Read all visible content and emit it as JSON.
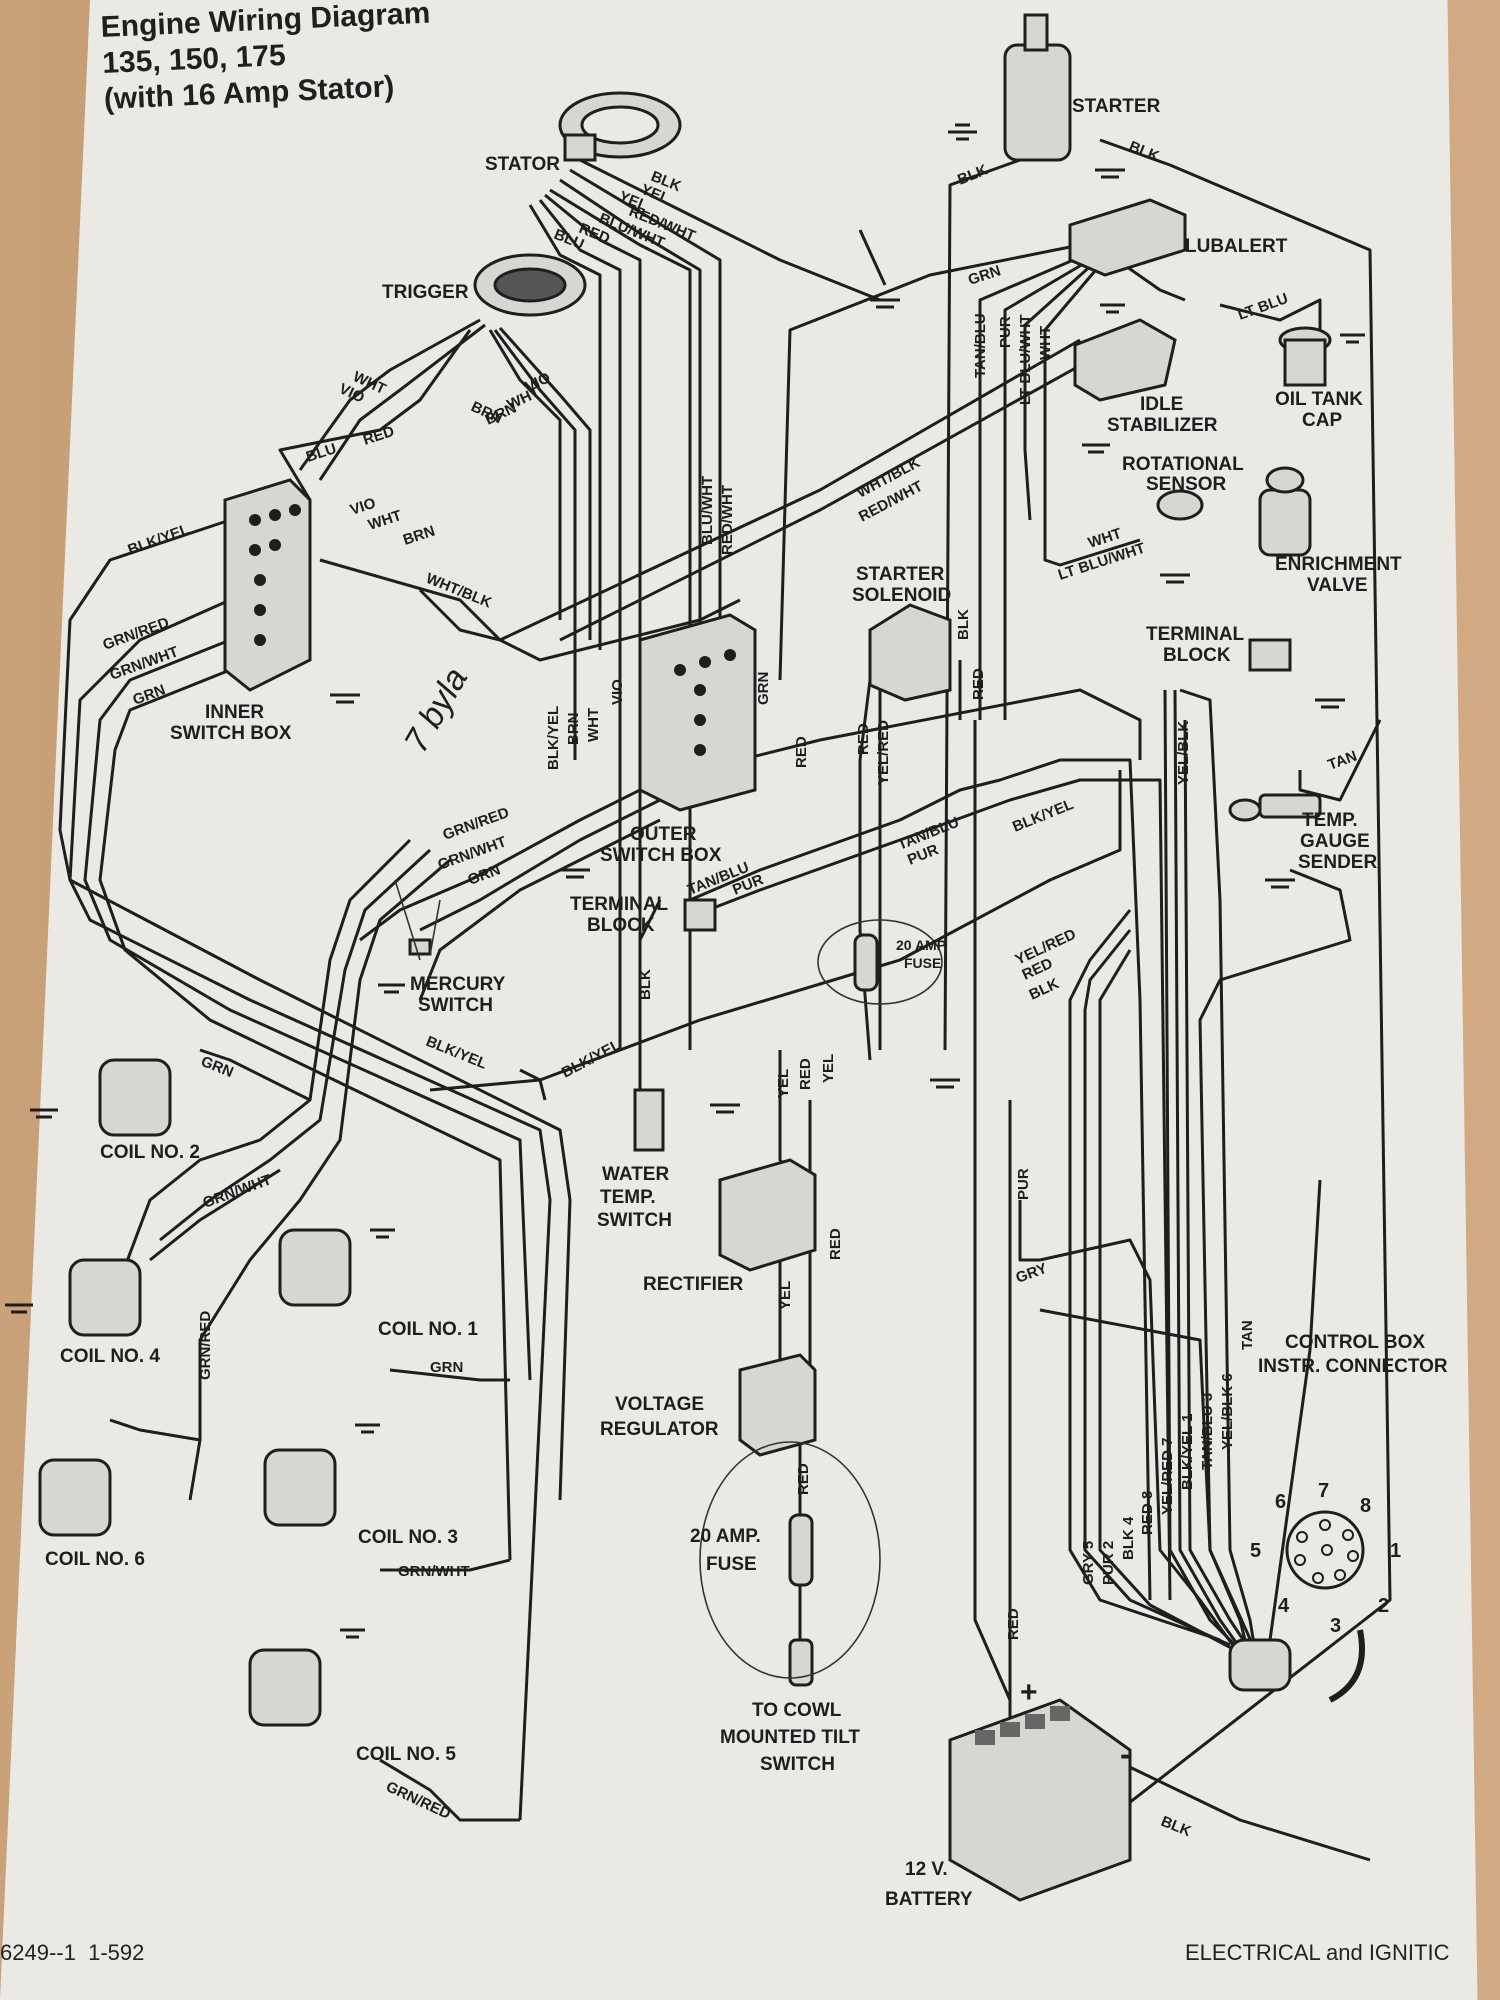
{
  "title": {
    "line1": "Engine Wiring Diagram",
    "line2": "135, 150, 175",
    "line3": "(with 16 Amp Stator)"
  },
  "components": {
    "stator": "STATOR",
    "trigger": "TRIGGER",
    "starter": "STARTER",
    "lubalert": "LUBALERT",
    "oil_tank_cap": [
      "OIL TANK",
      "CAP"
    ],
    "idle_stabilizer": [
      "IDLE",
      "STABILIZER"
    ],
    "rotational_sensor": [
      "ROTATIONAL",
      "SENSOR"
    ],
    "enrichment_valve": [
      "ENRICHMENT",
      "VALVE"
    ],
    "terminal_block_right": [
      "TERMINAL",
      "BLOCK"
    ],
    "starter_solenoid": [
      "STARTER",
      "SOLENOID"
    ],
    "inner_switch_box": [
      "INNER",
      "SWITCH BOX"
    ],
    "outer_switch_box": [
      "OUTER",
      "SWITCH BOX"
    ],
    "terminal_block_center": [
      "TERMINAL",
      "BLOCK"
    ],
    "temp_gauge_sender": [
      "TEMP.",
      "GAUGE",
      "SENDER"
    ],
    "mercury_switch": [
      "MERCURY",
      "SWITCH"
    ],
    "fuse_20_small": [
      "20 AMP",
      "FUSE"
    ],
    "water_temp_switch": [
      "WATER",
      "TEMP.",
      "SWITCH"
    ],
    "rectifier": "RECTIFIER",
    "voltage_regulator": [
      "VOLTAGE",
      "REGULATOR"
    ],
    "fuse_20_large": [
      "20 AMP.",
      "FUSE"
    ],
    "tilt_switch": [
      "TO COWL",
      "MOUNTED TILT",
      "SWITCH"
    ],
    "control_box": [
      "CONTROL BOX",
      "INSTR. CONNECTOR"
    ],
    "battery": [
      "12 V.",
      "BATTERY"
    ],
    "battery_plus": "+",
    "battery_minus": "-",
    "coil_1": "COIL NO. 1",
    "coil_2": "COIL NO. 2",
    "coil_3": "COIL NO. 3",
    "coil_4": "COIL NO. 4",
    "coil_5": "COIL NO. 5",
    "coil_6": "COIL NO. 6"
  },
  "wire_labels": {
    "stator_blk": "BLK",
    "stator_yel": "YEL",
    "stator_yel2": "YEL",
    "stator_redwht": "RED/WHT",
    "stator_bluwht": "BLU/WHT",
    "stator_red": "RED",
    "stator_blu": "BLU",
    "starter_blk": "BLK",
    "starter_blk2": "BLK",
    "grn_top": "GRN",
    "tan_blu_v": "TAN/BLU",
    "pur_v": "PUR",
    "ltblu_wht_v": "LT BLU/WHT",
    "wht_v": "WHT",
    "lt_blu_cap": "LT BLU",
    "wht_blk_long": "WHT/BLK",
    "red_wht_long": "RED/WHT",
    "wht_sensor": "WHT",
    "lt_blu_wht_sensor": "LT BLU/WHT",
    "trig_wht": "WHT",
    "trig_vio": "VIO",
    "trig_brn": "BRN",
    "trig_vio2": "VIO",
    "trig_wht2": "WHT",
    "trig_brn2": "BRN",
    "blu_l": "BLU",
    "red_l": "RED",
    "vio_in": "VIO",
    "wht_in": "WHT",
    "brn_in": "BRN",
    "wht_blk_in": "WHT/BLK",
    "blk_yel_in": "BLK/YEL",
    "grn_red_in": "GRN/RED",
    "grn_wht_in": "GRN/WHT",
    "grn_in": "GRN",
    "blu_wht_v": "BLU/WHT",
    "red_wht_v": "RED/WHT",
    "ob_blkyel": "BLK/YEL",
    "ob_brn": "BRN",
    "ob_wht": "WHT",
    "ob_vio": "VIO",
    "ob_grn": "GRN",
    "ob_red": "RED",
    "sol_red": "RED",
    "sol_yelred": "YEL/RED",
    "sol_blk": "BLK",
    "sol_red2": "RED",
    "yel_blk_v": "YEL/BLK",
    "tan_r": "TAN",
    "grn_red_m": "GRN/RED",
    "grn_wht_m": "GRN/WHT",
    "grn_m": "GRN",
    "tb_tanblu": "TAN/BLU",
    "tb_pur": "PUR",
    "tb_tanblu2": "TAN/BLU",
    "tb_pur2": "PUR",
    "tb_blkyel": "BLK/YEL",
    "blk_v": "BLK",
    "blk_yel_m": "BLK/YEL",
    "blk_yel_m2": "BLK/YEL",
    "yel_red_r": "YEL/RED",
    "red_r": "RED",
    "blk_r": "BLK",
    "yel_c": "YEL",
    "red_c": "RED",
    "yel_c2": "YEL",
    "red_rect": "RED",
    "yel_rect": "YEL",
    "red_vr": "RED",
    "pur_r": "PUR",
    "gry_r": "GRY",
    "red_bat": "RED",
    "blk_bat": "BLK",
    "grn_c2": "GRN",
    "grn_wht_c4": "GRN/WHT",
    "grn_red_c6": "GRN/RED",
    "grn_c1": "GRN",
    "grn_wht_c3": "GRN/WHT",
    "grn_red_c5": "GRN/RED",
    "harness": [
      "GRY 5",
      "PUR 2",
      "BLK 4",
      "RED 8",
      "YEL/RED 7",
      "BLK/YEL 1",
      "TAN/BLU 3",
      "YEL/BLK 6",
      "TAN"
    ]
  },
  "connector_pins": [
    "1",
    "2",
    "3",
    "4",
    "5",
    "6",
    "7",
    "8"
  ],
  "handwriting": "7 byla",
  "footer": {
    "doc_number": "6249--1",
    "page": "1-592",
    "section": "ELECTRICAL and IGNITIC"
  }
}
